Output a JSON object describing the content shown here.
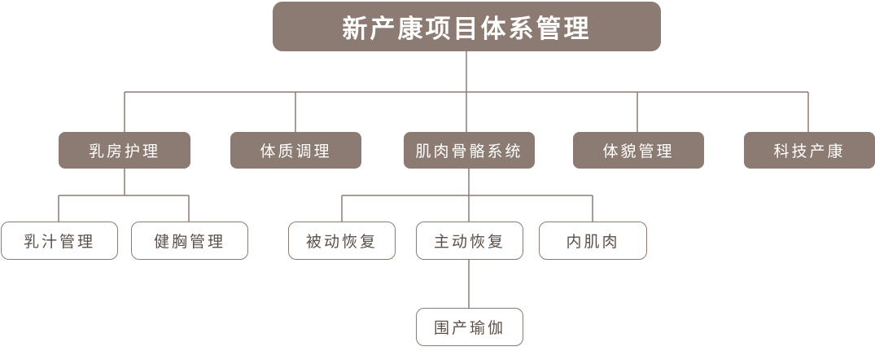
{
  "title": "新产康项目体系管理",
  "categories": [
    {
      "key": "breast",
      "label": "乳房护理"
    },
    {
      "key": "physique",
      "label": "体质调理"
    },
    {
      "key": "musculoskeletal",
      "label": "肌肉骨骼系统"
    },
    {
      "key": "appearance",
      "label": "体貌管理"
    },
    {
      "key": "tech",
      "label": "科技产康"
    }
  ],
  "subitems": {
    "breast": [
      "乳汁管理",
      "健胸管理"
    ],
    "musculoskeletal": [
      "被动恢复",
      "主动恢复",
      "内肌肉"
    ],
    "active_child": "围产瑜伽"
  },
  "colors": {
    "fill": "#8c7b73",
    "line": "#8c7b73",
    "sub_text": "#5c504a"
  }
}
